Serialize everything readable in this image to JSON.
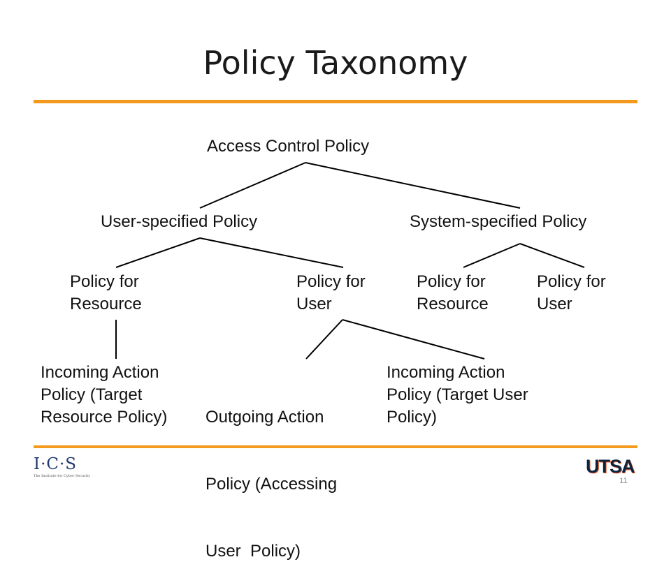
{
  "slide": {
    "title": "Policy Taxonomy",
    "page_number": "11"
  },
  "colors": {
    "accent_orange": "#f39a1e",
    "ics_blue": "#1e3a6e",
    "utsa_blue": "#0c2340",
    "utsa_orange": "#f15a22",
    "line": "#000000"
  },
  "tree": {
    "root": {
      "label": "Access Control Policy"
    },
    "user_specified": {
      "label": "User-specified Policy",
      "policy_for_resource": {
        "line1": "Policy for",
        "line2": "Resource"
      },
      "policy_for_user": {
        "line1": "Policy for",
        "line2": "User"
      },
      "incoming_action_resource": {
        "line1": "Incoming Action",
        "line2": "Policy (Target",
        "line3": "Resource Policy)"
      },
      "outgoing_action": {
        "line1": "Outgoing Action",
        "line2": "Policy (Accessing",
        "line3": "User  Policy)"
      },
      "incoming_action_user": {
        "line1": "Incoming Action",
        "line2": "Policy (Target User",
        "line3": "Policy)"
      }
    },
    "system_specified": {
      "label": "System-specified Policy",
      "policy_for_resource": {
        "line1": "Policy for",
        "line2": "Resource"
      },
      "policy_for_user": {
        "line1": "Policy for",
        "line2": "User"
      }
    }
  },
  "footer": {
    "left_logo": {
      "text": "I·C·S",
      "tagline": "The Institute for Cyber Security"
    },
    "right_logo": {
      "text": "UTSA"
    }
  }
}
